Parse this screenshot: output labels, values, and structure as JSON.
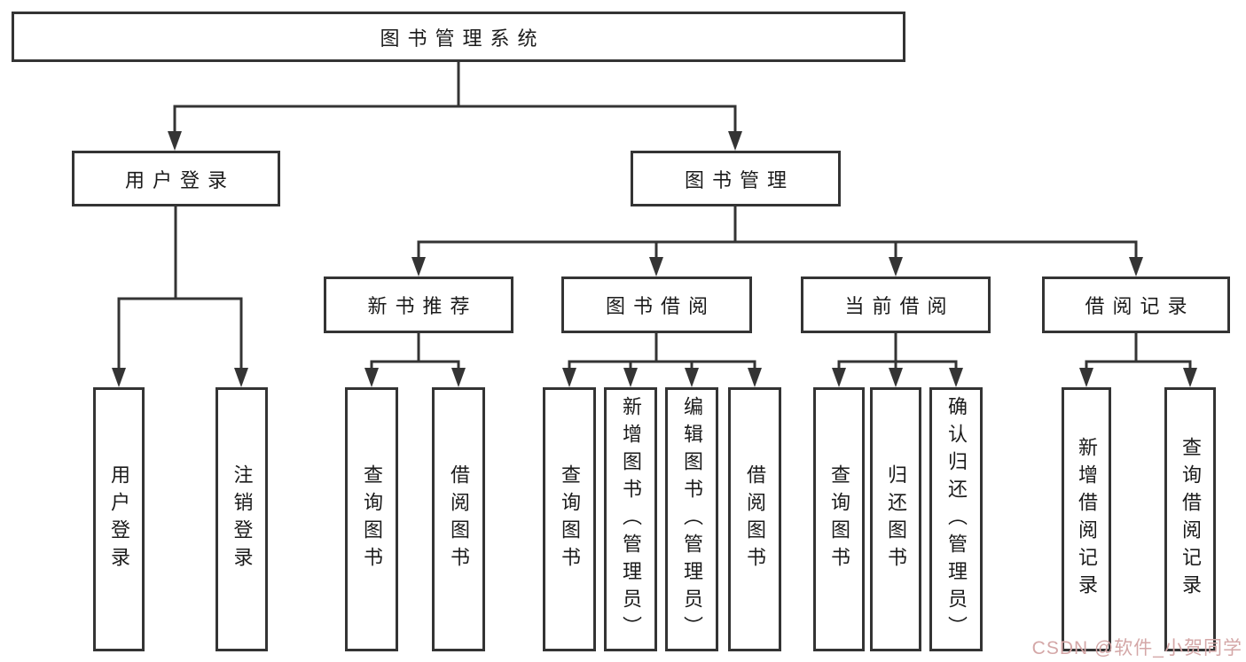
{
  "diagram": {
    "root": {
      "label": "图书管理系统"
    },
    "level2": [
      {
        "label": "用户登录"
      },
      {
        "label": "图书管理"
      }
    ],
    "level3": [
      {
        "label": "新书推荐"
      },
      {
        "label": "图书借阅"
      },
      {
        "label": "当前借阅"
      },
      {
        "label": "借阅记录"
      }
    ],
    "leaves": {
      "user_login": [
        {
          "label": "用户登录"
        },
        {
          "label": "注销登录"
        }
      ],
      "new_book_recommend": [
        {
          "label": "查询图书"
        },
        {
          "label": "借阅图书"
        }
      ],
      "book_borrow": [
        {
          "label": "查询图书"
        },
        {
          "label": "新增图书（管理员）"
        },
        {
          "label": "编辑图书（管理员）"
        },
        {
          "label": "借阅图书"
        }
      ],
      "current_borrow": [
        {
          "label": "查询图书"
        },
        {
          "label": "归还图书"
        },
        {
          "label": "确认归还（管理员）"
        }
      ],
      "borrow_records": [
        {
          "label": "新增借阅记录"
        },
        {
          "label": "查询借阅记录"
        }
      ]
    }
  },
  "colors": {
    "line": "#343434",
    "text": "#1b1b1b",
    "box_background": "#ffffff",
    "watermark": "#d4a7a7"
  },
  "watermark": {
    "text": "CSDN @软件_小贺同学"
  }
}
